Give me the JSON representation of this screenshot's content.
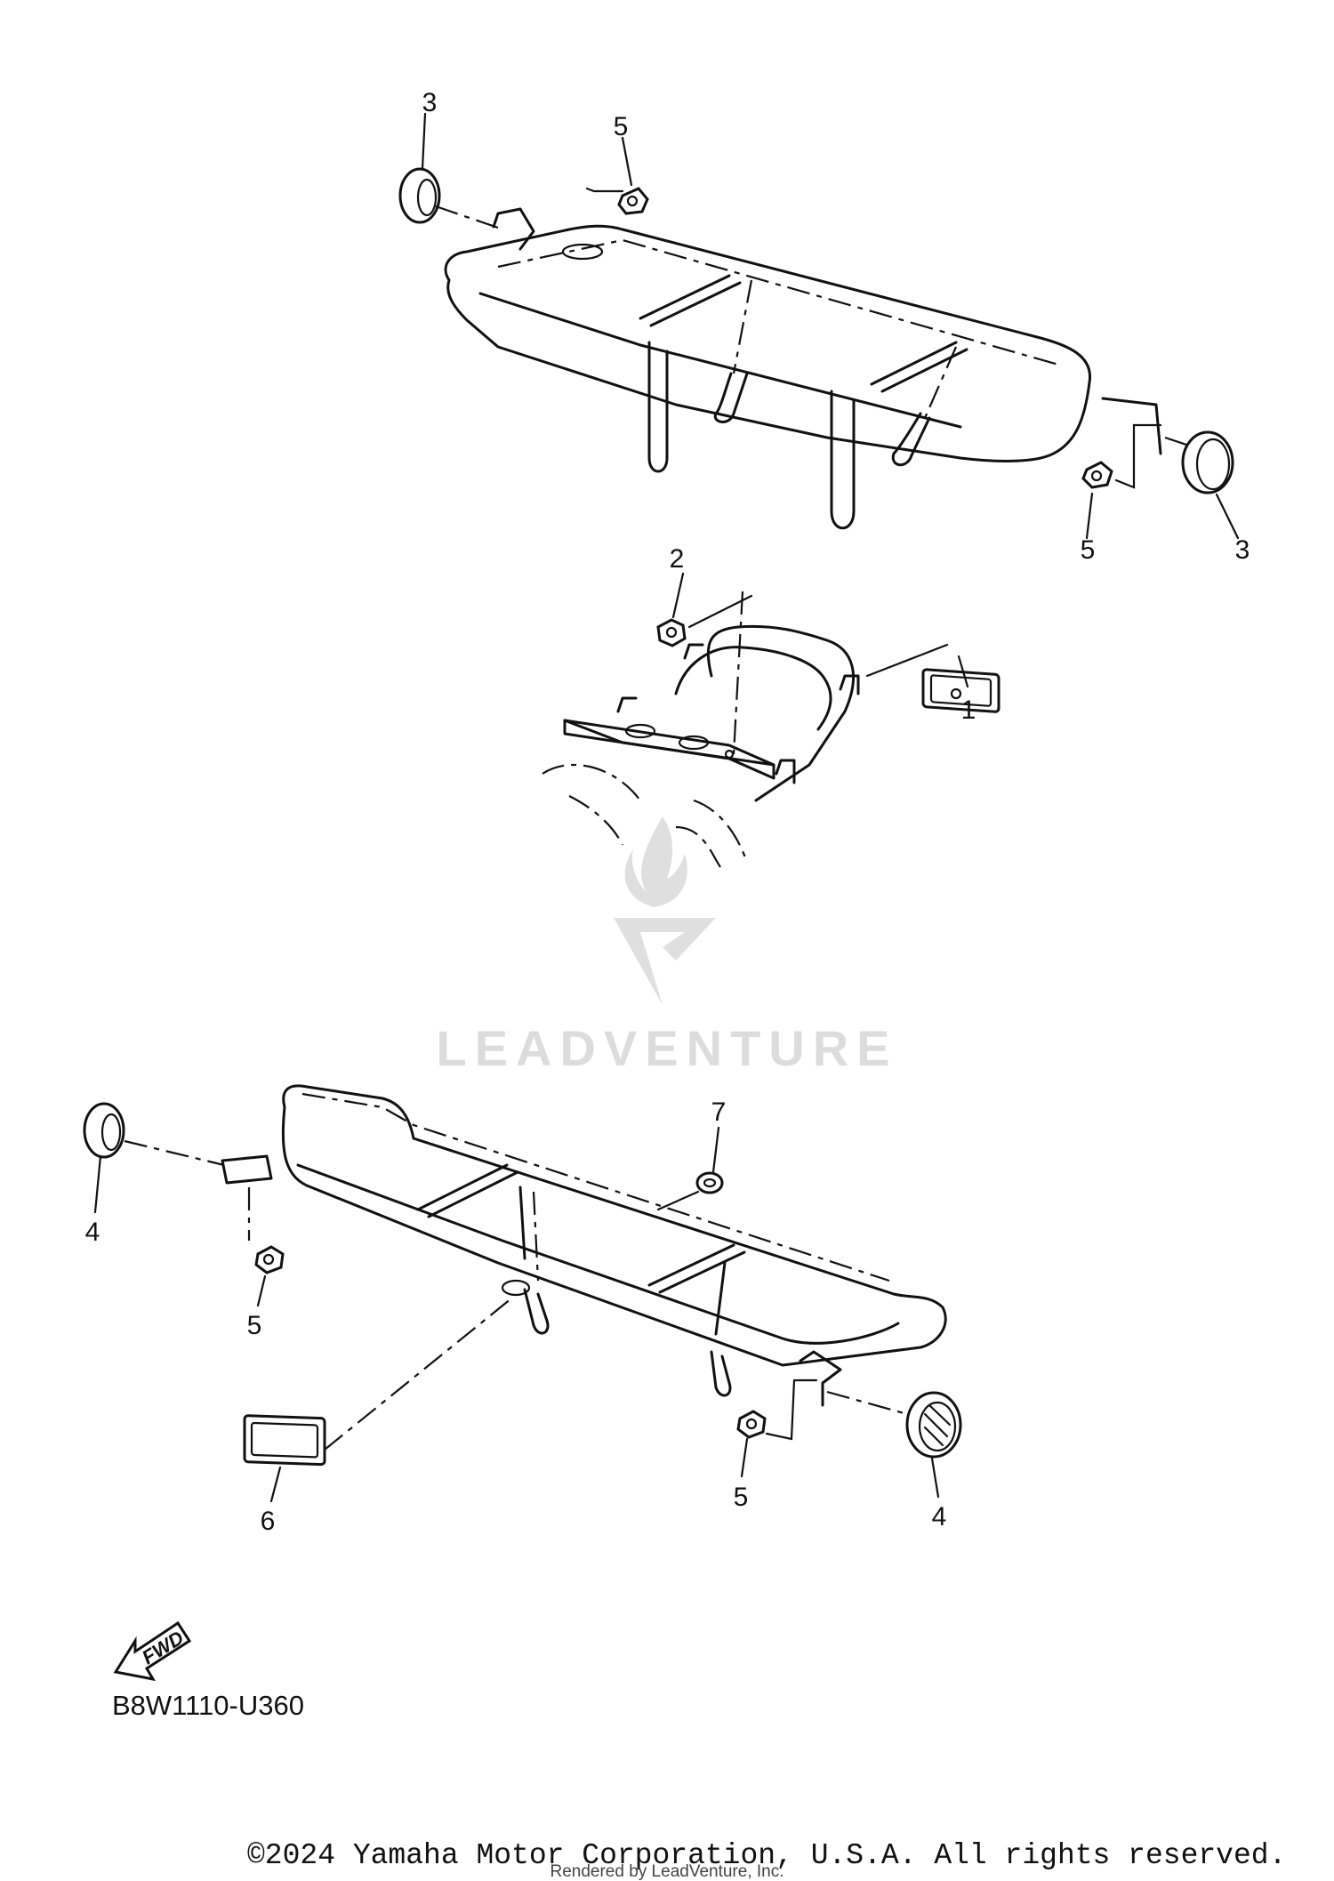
{
  "callouts": {
    "top": [
      {
        "id": "3"
      },
      {
        "id": "5"
      },
      {
        "id": "5"
      },
      {
        "id": "3"
      }
    ],
    "middle": [
      {
        "id": "2"
      },
      {
        "id": "1"
      }
    ],
    "bottom": [
      {
        "id": "7"
      },
      {
        "id": "4"
      },
      {
        "id": "5"
      },
      {
        "id": "6"
      },
      {
        "id": "5"
      },
      {
        "id": "4"
      }
    ]
  },
  "fwd_label": "FWD",
  "diagram_code": "B8W1110-U360",
  "watermark": {
    "brand": "LEADVENTURE"
  },
  "footer": {
    "copyright": "©2024 Yamaha Motor Corporation, U.S.A. All rights reserved.",
    "rendered_by": "Rendered by LeadVenture, Inc."
  }
}
